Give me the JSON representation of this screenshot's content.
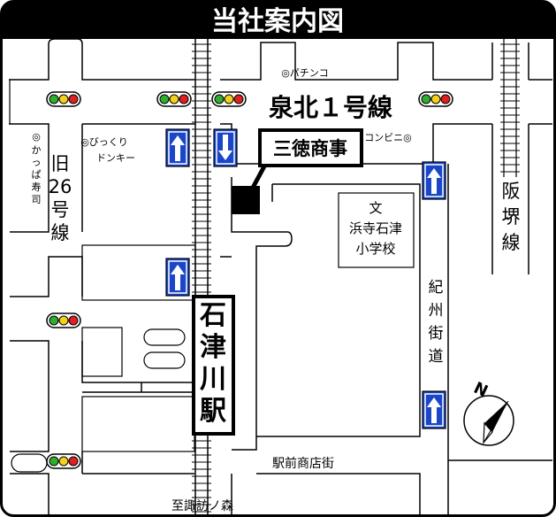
{
  "title": "当社案内図",
  "roads": {
    "senboku": "泉北１号線",
    "old26": [
      "旧",
      "26",
      "号",
      "線"
    ],
    "hanshin": [
      "阪",
      "堺",
      "線"
    ],
    "kishu": [
      "紀",
      "州",
      "街",
      "道"
    ],
    "ekimae": "駅前商店街",
    "to": "至諏訪ノ森"
  },
  "places": {
    "company": "三徳商事",
    "pachinko": "◎パチンコ",
    "convenience": "コンビニ◎",
    "donki_1": "◎びっくり",
    "donki_2": "ドンキー",
    "kappa_mark": "◎",
    "kappa": [
      "か",
      "っ",
      "ぱ",
      "寿",
      "司"
    ],
    "school_mark": "文",
    "school_1": "浜寺石津",
    "school_2": "小学校",
    "station": [
      "石",
      "津",
      "川",
      "駅"
    ]
  },
  "compass": "N",
  "colors": {
    "frame": "#000000",
    "oneway_blue": "#1a47c8",
    "signal_green": "#2fae2f",
    "signal_yellow": "#f2d21b",
    "signal_red": "#e02020"
  }
}
